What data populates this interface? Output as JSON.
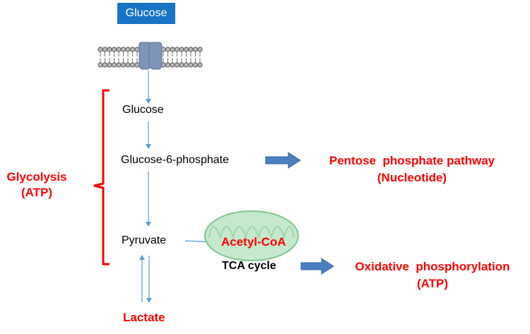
{
  "labels": {
    "glucose_extracellular": "Glucose",
    "glucose": "Glucose",
    "g6p": "Glucose-6-phosphate",
    "pyruvate": "Pyruvate",
    "acetyl_coa": "Acetyl-CoA",
    "tca_cycle": "TCA cycle",
    "lactate": "Lactate",
    "ppp_line1": "Pentose  phosphate pathway",
    "ppp_line2": "(Nucleotide)",
    "oxphos_line1": "Oxidative  phosphorylation",
    "oxphos_line2": "(ATP)",
    "glycolysis_line1": "Glycolysis",
    "glycolysis_line2": "(ATP)"
  },
  "colors": {
    "glucose_box": "#1874c4",
    "highlight_text": "#ff0000",
    "arrow_line": "#5b9bd5",
    "block_arrow": "#4a7fc0",
    "bracket": "#ff0000",
    "mitochondrion_fill": "#c6e8cd",
    "mitochondrion_stroke": "#7fc792",
    "membrane_bead": "#b7b7b7",
    "transporter": "#7f95b8"
  },
  "icons": {
    "membrane": "lipid-bilayer-icon",
    "transporter": "glucose-transporter-icon",
    "mitochondrion": "mitochondrion-icon"
  }
}
